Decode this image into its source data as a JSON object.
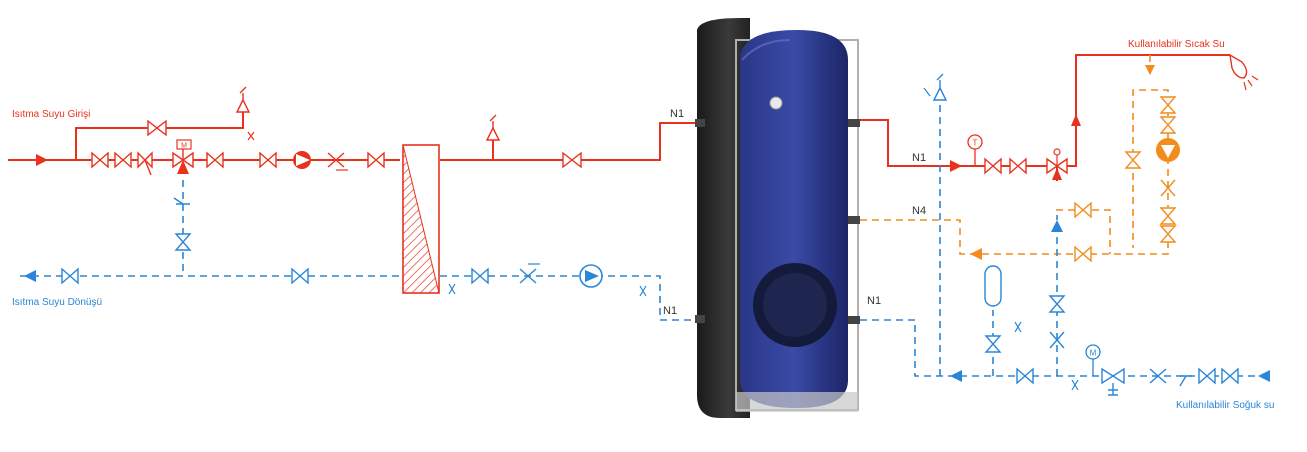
{
  "labels": {
    "heating_inlet": "Isıtma Suyu Girişi",
    "heating_return": "Isıtma Suyu Dönüşü",
    "usable_hot_water": "Kullanılabilir Sıcak Su",
    "usable_cold_water": "Kullanılabilir Soğuk su"
  },
  "connections": {
    "n1_top_left": "N1",
    "n1_bottom_left": "N1",
    "n1_right_hot": "N1",
    "n4_right": "N4",
    "n1_right_cold": "N1"
  },
  "instruments": {
    "thermometer_symbol": "T",
    "meter_symbol": "M",
    "actuator_symbol": "M"
  },
  "colors": {
    "hot_line": "#e8321e",
    "cold_line": "#2a86d6",
    "circulation_line": "#f28c1c",
    "tank_blue": "#1e2a73",
    "tank_jacket": "#2b2b2b"
  }
}
